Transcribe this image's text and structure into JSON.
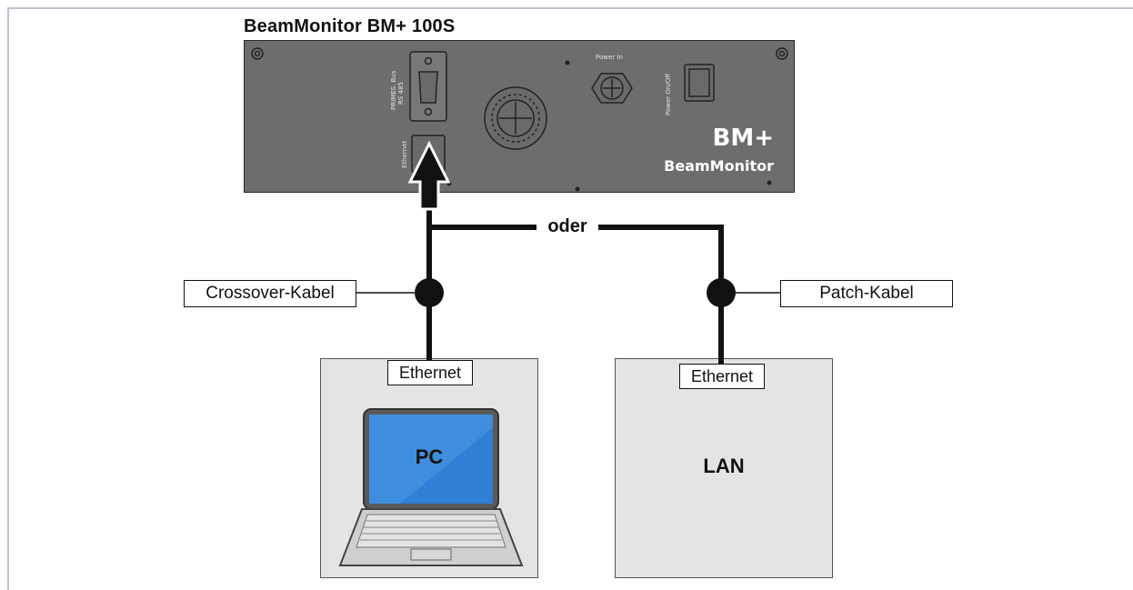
{
  "title": "BeamMonitor BM+ 100S",
  "device": {
    "label_bus": "PRIMES. Bus",
    "label_rs485": "RS 485",
    "label_ethernet": "Ethernet",
    "label_power_in": "Power In",
    "label_power_onoff": "Power On/Off",
    "brand_big": "BM+",
    "brand_small": "BeamMonitor"
  },
  "connection": {
    "oder": "oder",
    "crossover_label": "Crossover-Kabel",
    "patch_label": "Patch-Kabel"
  },
  "pc": {
    "ethernet_label": "Ethernet",
    "label": "PC"
  },
  "lan": {
    "ethernet_label": "Ethernet",
    "label": "LAN"
  },
  "colors": {
    "device_panel": "#6d6d6d",
    "cable": "#111111",
    "box_fill": "#e4e4e4",
    "screen_blue": "#2f7fd6",
    "frame": "#b9c2cf"
  }
}
